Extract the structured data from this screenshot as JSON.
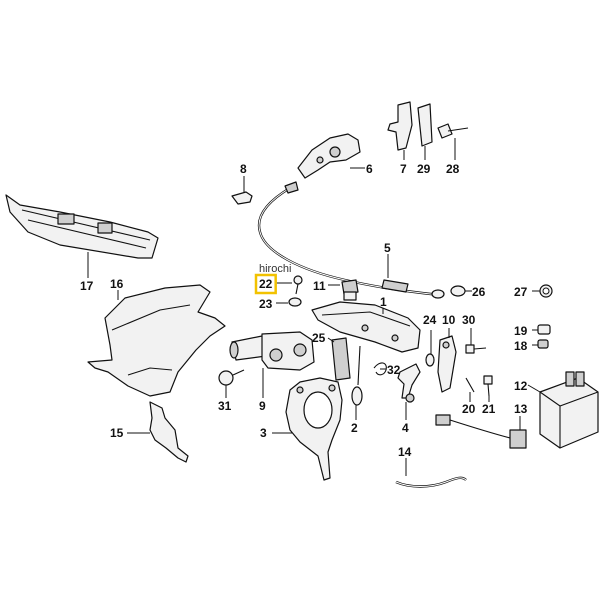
{
  "watermark": "hirochi",
  "highlight_color": "#f2c200",
  "callouts": {
    "c1": "1",
    "c2": "2",
    "c3": "3",
    "c4": "4",
    "c5": "5",
    "c6": "6",
    "c7": "7",
    "c8": "8",
    "c9": "9",
    "c10": "10",
    "c11": "11",
    "c12": "12",
    "c13": "13",
    "c14": "14",
    "c15": "15",
    "c16": "16",
    "c17": "17",
    "c18": "18",
    "c19": "19",
    "c20": "20",
    "c21": "21",
    "c22": "22",
    "c23": "23",
    "c24": "24",
    "c25": "25",
    "c26": "26",
    "c27": "27",
    "c28": "28",
    "c29": "29",
    "c30": "30",
    "c31": "31",
    "c32": "32"
  }
}
